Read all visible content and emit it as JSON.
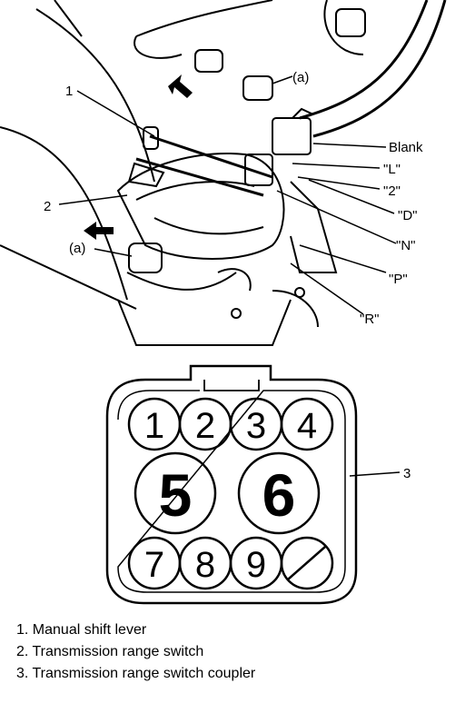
{
  "callouts": {
    "c1": "1",
    "c2": "2",
    "c3": "3",
    "a_top": "(a)",
    "a_left": "(a)",
    "blank": "Blank",
    "L": "\"L\"",
    "two": "\"2\"",
    "D": "\"D\"",
    "N": "\"N\"",
    "P": "\"P\"",
    "R": "\"R\""
  },
  "coupler_pins": [
    "1",
    "2",
    "3",
    "4",
    "5",
    "6",
    "7",
    "8",
    "9"
  ],
  "legend": [
    "1. Manual shift lever",
    "2. Transmission range switch",
    "3. Transmission range switch coupler"
  ]
}
